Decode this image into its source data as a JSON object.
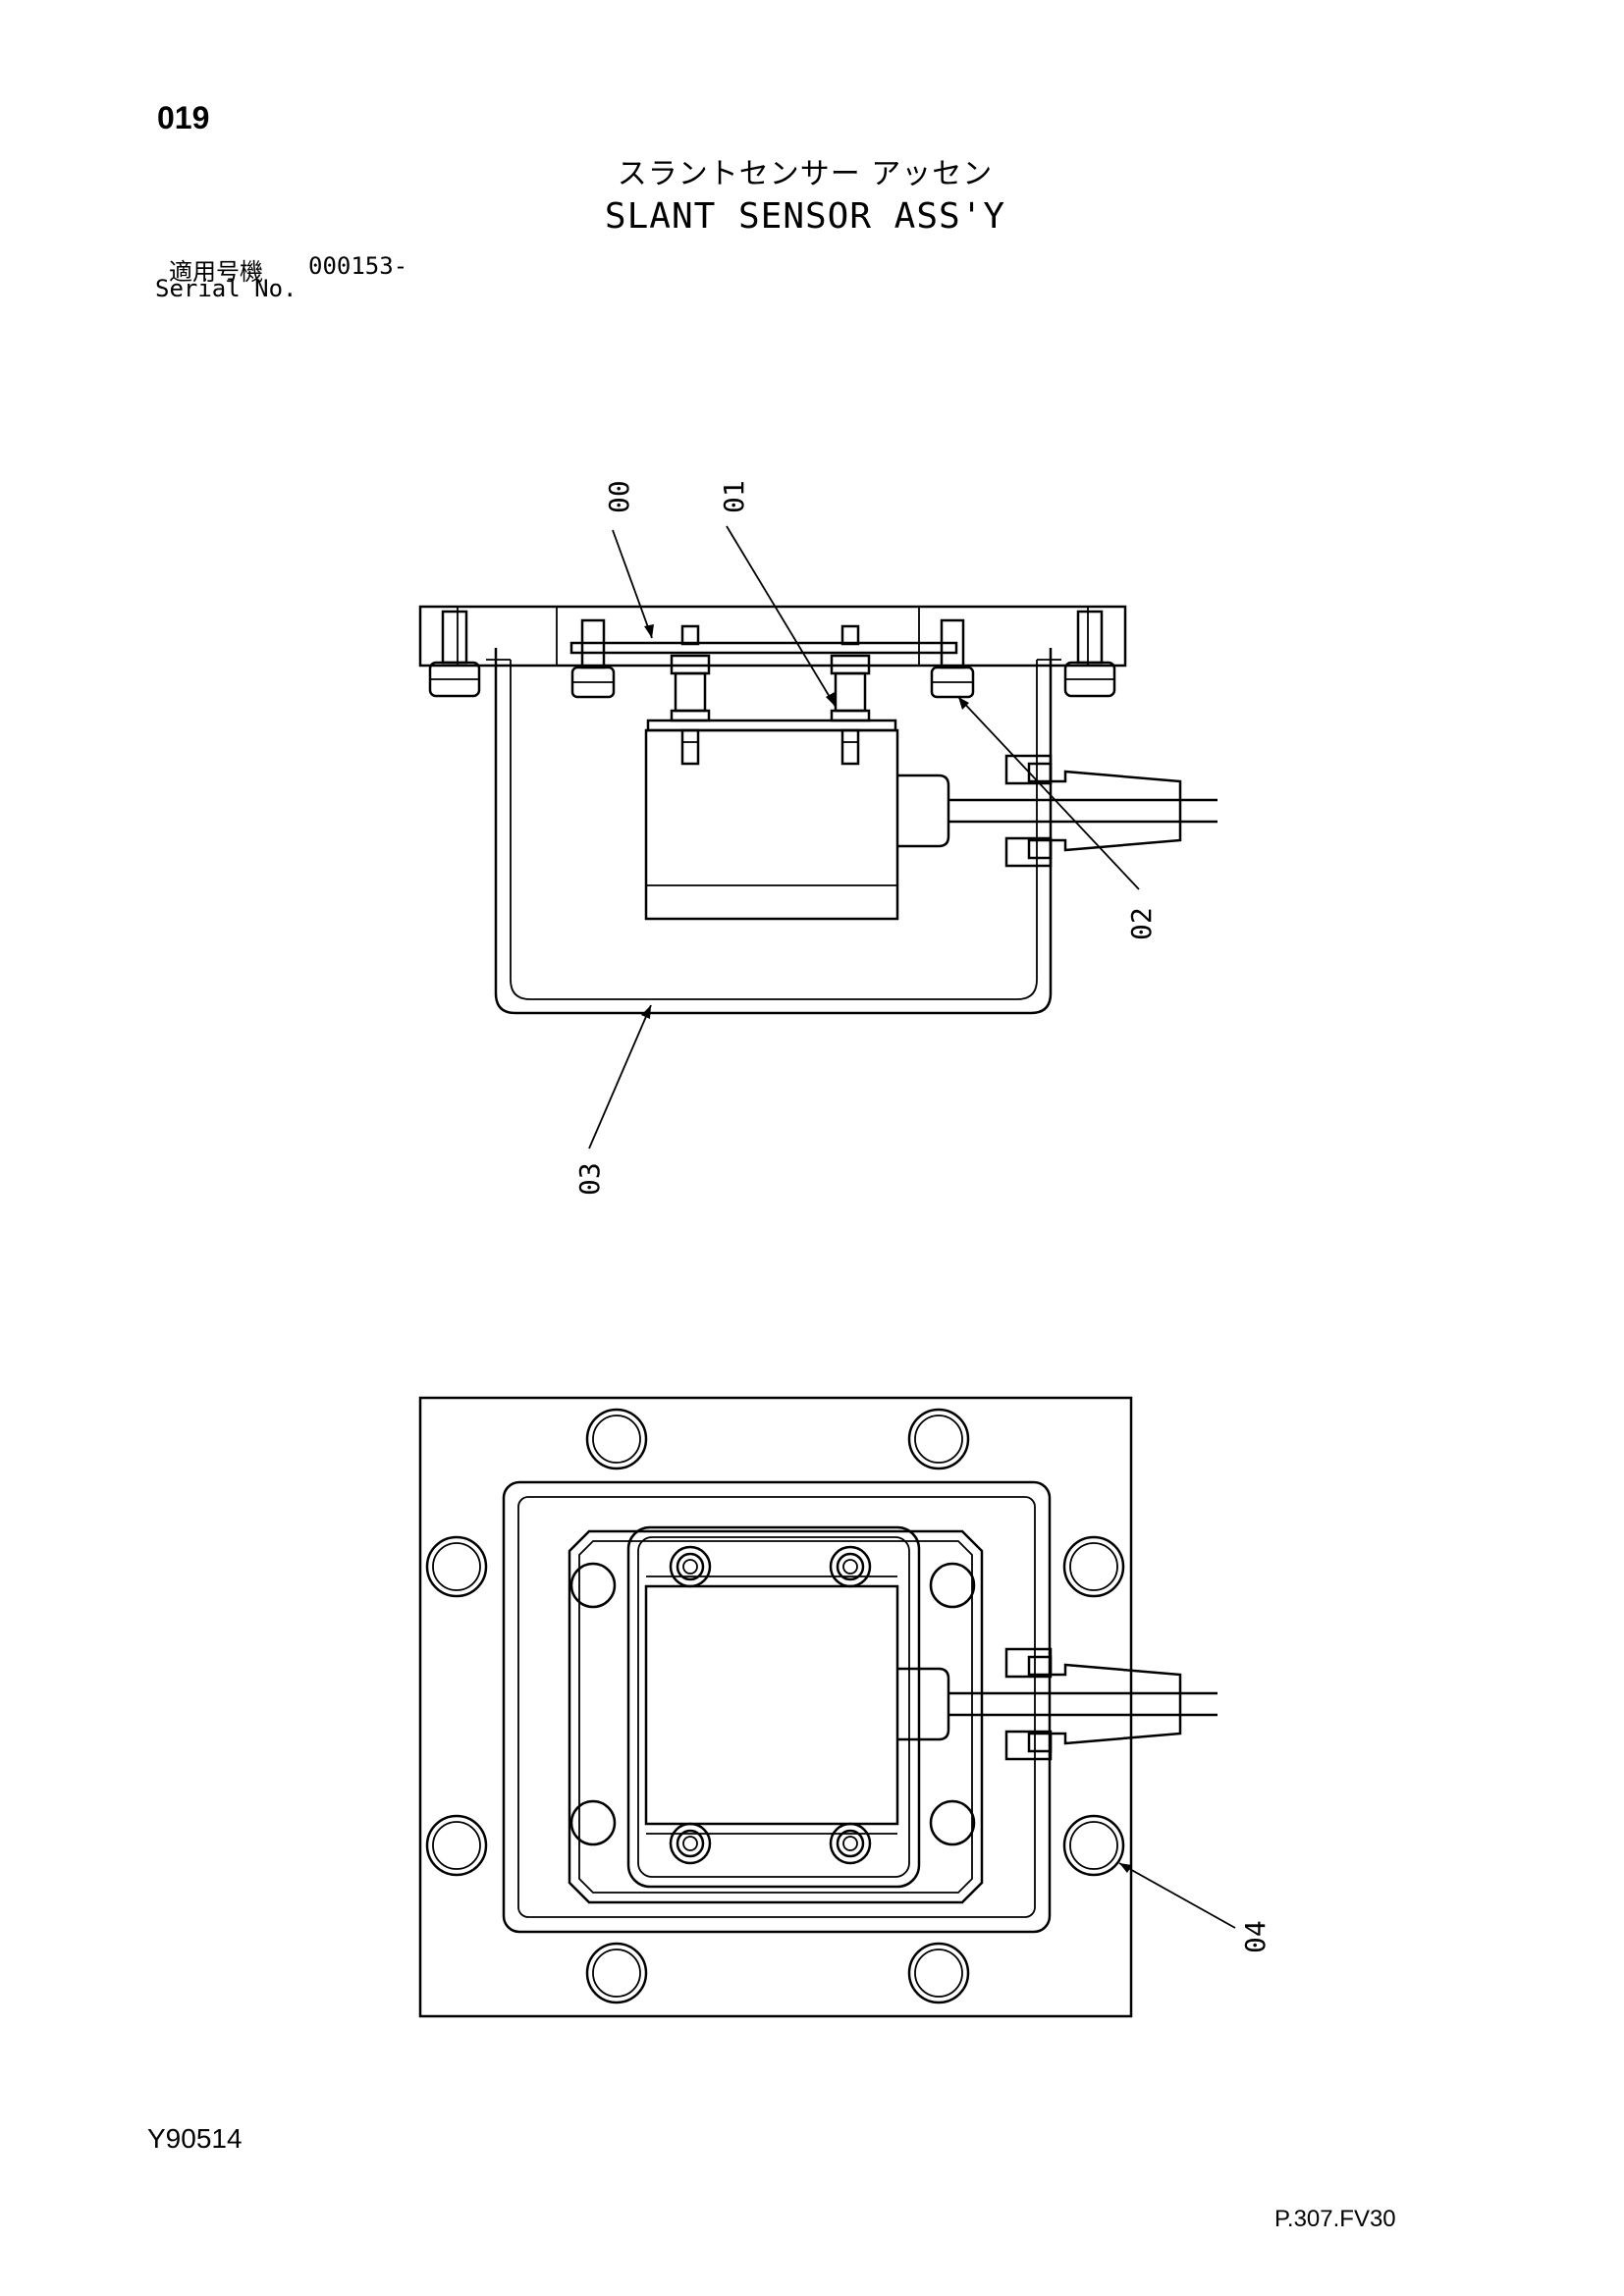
{
  "header": {
    "page_number": "019",
    "title_japanese": "スラントセンサー アッセン",
    "title_english": "SLANT SENSOR ASS'Y",
    "serial_label_japanese": "適用号機",
    "serial_value": "000153-",
    "serial_label_english": "Serial No."
  },
  "callouts": {
    "c00": "00",
    "c01": "01",
    "c02": "02",
    "c03": "03",
    "c04": "04"
  },
  "footer": {
    "drawing_code": "Y90514",
    "page_reference": "P.307.FV30"
  }
}
